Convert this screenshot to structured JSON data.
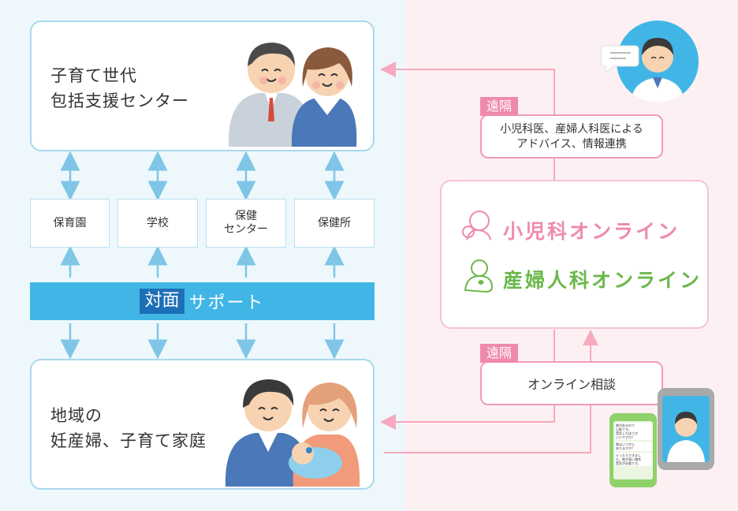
{
  "center": {
    "line1": "子育て世代",
    "line2": "包括支援センター"
  },
  "facilities": [
    {
      "label": "保育園"
    },
    {
      "label": "学校"
    },
    {
      "label": "保健\nセンター"
    },
    {
      "label": "保健所"
    }
  ],
  "support": {
    "tag": "対面",
    "label": "サポート"
  },
  "family": {
    "line1": "地域の",
    "line2": "妊産婦、子育て家庭"
  },
  "advice": {
    "tag": "遠隔",
    "line1": "小児科医、産婦人科医による",
    "line2": "アドバイス、情報連携"
  },
  "services": {
    "pediatrics": "小児科オンライン",
    "obstetrics": "産婦人科オンライン"
  },
  "consult": {
    "tag": "遠隔",
    "label": "オンライン相談"
  },
  "phone_chat": [
    {
      "text": "熱があるので\n心配です。\n受診したほうが\nいいですか？"
    },
    {
      "text": "熱はいつから\nありますか？"
    },
    {
      "text": "ぐったりできまし\nた。熱が高い場合\n受診が必要です。"
    }
  ],
  "colors": {
    "left_bg": "#eef8fc",
    "right_bg": "#fdf0f3",
    "blue": "#41b6e6",
    "navy": "#1d6fb8",
    "pink": "#ef8aaa",
    "green": "#6bb84b",
    "arrow_blue": "#7fc6e6",
    "arrow_pink": "#f6a9bf"
  }
}
